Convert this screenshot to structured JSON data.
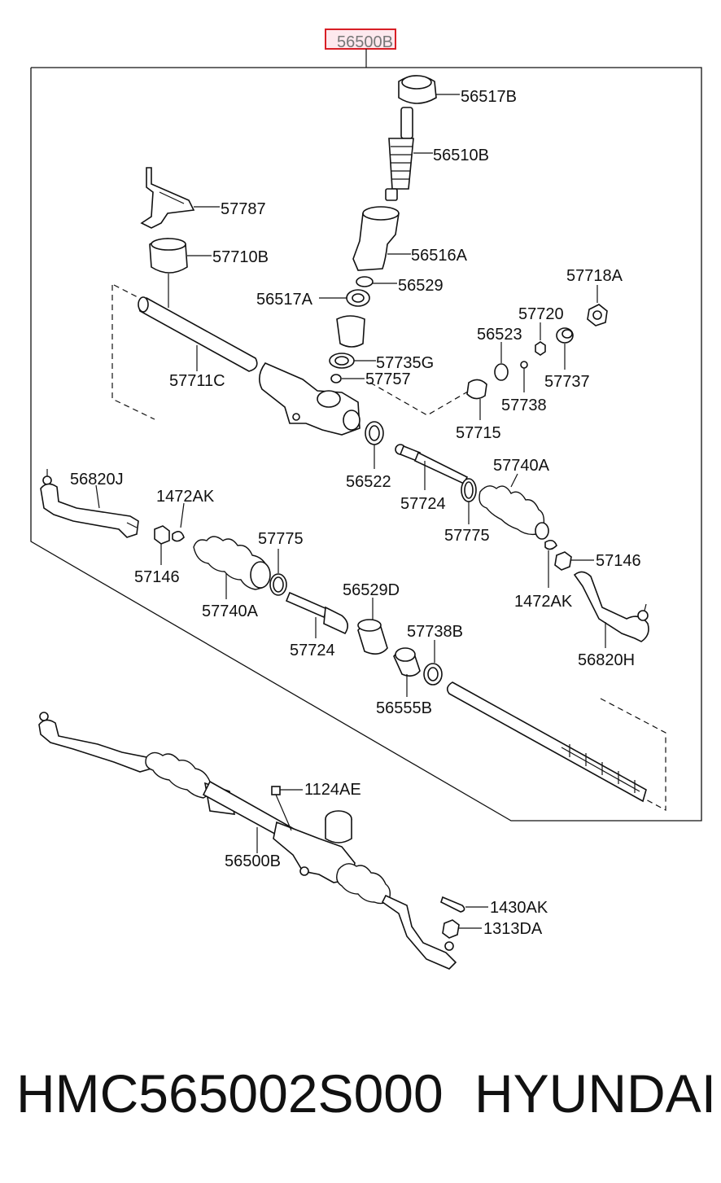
{
  "header_part": "56500B",
  "labels": {
    "l_56517B": "56517B",
    "l_56510B": "56510B",
    "l_57787": "57787",
    "l_57710B": "57710B",
    "l_56516A": "56516A",
    "l_56529": "56529",
    "l_56517A": "56517A",
    "l_57718A": "57718A",
    "l_57720": "57720",
    "l_56523": "56523",
    "l_57737": "57737",
    "l_57735G": "57735G",
    "l_57757": "57757",
    "l_57711C": "57711C",
    "l_57738": "57738",
    "l_57715": "57715",
    "l_56522": "56522",
    "l_56820J": "56820J",
    "l_1472AK_left": "1472AK",
    "l_57740A_right": "57740A",
    "l_57724_upper": "57724",
    "l_57775_right": "57775",
    "l_57775_left": "57775",
    "l_57146_left": "57146",
    "l_57146_right": "57146",
    "l_57740A_left": "57740A",
    "l_56529D": "56529D",
    "l_1472AK_right": "1472AK",
    "l_57724_lower": "57724",
    "l_57738B": "57738B",
    "l_56820H": "56820H",
    "l_56555B": "56555B",
    "l_1124AE": "1124AE",
    "l_56500B_lower": "56500B",
    "l_1430AK": "1430AK",
    "l_1313DA": "1313DA"
  },
  "footer": {
    "part_number": "HMC565002S000",
    "brand": "HYUNDAI"
  },
  "colors": {
    "highlight_border": "#d81f26",
    "highlight_fill": "#fde9ee",
    "line": "#111111"
  }
}
